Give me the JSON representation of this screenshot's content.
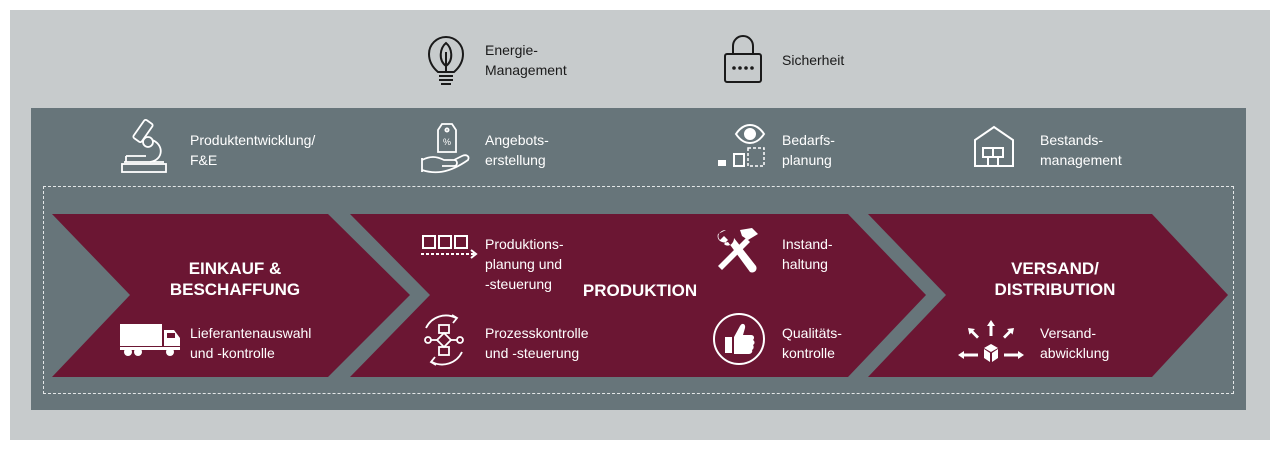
{
  "colors": {
    "outer_bg": "#c7cbcc",
    "inner_bg": "#67757a",
    "arrow_fill": "#6b1633"
  },
  "top": [
    {
      "icon": "lightbulb-leaf-icon",
      "label": "Energie-\nManagement"
    },
    {
      "icon": "password-lock-icon",
      "label": "Sicherheit"
    }
  ],
  "mid": [
    {
      "icon": "microscope-icon",
      "label": "Produktentwicklung/\nF&E"
    },
    {
      "icon": "hand-price-tag-icon",
      "label": "Angebots-\nerstellung"
    },
    {
      "icon": "eye-boxes-icon",
      "label": "Bedarfs-\nplanung"
    },
    {
      "icon": "warehouse-icon",
      "label": "Bestands-\nmanagement"
    }
  ],
  "stages": [
    {
      "title": "EINKAUF &\nBESCHAFFUNG",
      "items": [
        {
          "icon": "truck-icon",
          "label": "Lieferantenauswahl\nund -kontrolle"
        }
      ]
    },
    {
      "title": "PRODUKTION",
      "items": [
        {
          "icon": "conveyor-icon",
          "label": "Produktions-\nplanung und\n-steuerung"
        },
        {
          "icon": "wrench-hammer-icon",
          "label": "Instand-\nhaltung"
        },
        {
          "icon": "process-cycle-icon",
          "label": "Prozesskontrolle\nund -steuerung"
        },
        {
          "icon": "thumbs-up-icon",
          "label": "Qualitäts-\nkontrolle"
        }
      ]
    },
    {
      "title": "VERSAND/\nDISTRIBUTION",
      "items": [
        {
          "icon": "shipping-box-arrows-icon",
          "label": "Versand-\nabwicklung"
        }
      ]
    }
  ]
}
